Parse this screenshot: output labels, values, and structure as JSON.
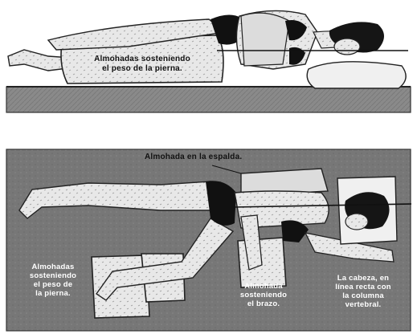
{
  "top": {
    "label_lines": [
      "Almohadas sosteniendo",
      "el peso de la pierna."
    ]
  },
  "bottom": {
    "label_top": "Almohada en la espalda.",
    "label_left_lines": [
      "Almohadas",
      "sosteniendo",
      "el peso de",
      "la pierna."
    ],
    "label_center_lines": [
      "Almohada",
      "sosteniendo",
      "el brazo."
    ],
    "label_right_lines": [
      "La cabeza, en",
      "línea recta con",
      "la columna",
      "vertebral."
    ]
  },
  "colors": {
    "ink": "#111111",
    "mat": "#8a8a8a",
    "panel": "#7a7a7a",
    "pillow": "#c9c9c9",
    "skin": "#e6e6e6",
    "hair": "#151515"
  }
}
